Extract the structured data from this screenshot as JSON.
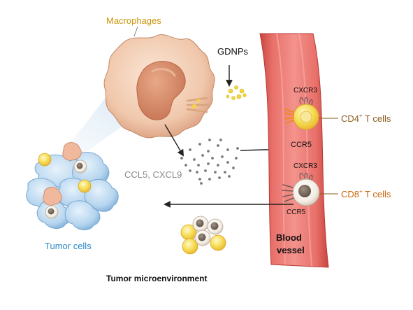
{
  "labels": {
    "macrophages": "Macrophages",
    "gdnps": "GDNPs",
    "cxcr3_top": "CXCR3",
    "cd4": "CD4",
    "cd4_sup": "+",
    "t_cells_top": " T cells",
    "ccr5_top": "CCR5",
    "cxcr3_bottom": "CXCR3",
    "cd8": "CD8",
    "cd8_sup": "+",
    "t_cells_bottom": " T cells",
    "ccr5_bottom": "CCR5",
    "chemokines": "CCL5, CXCL9",
    "blood": "Blood",
    "vessel": "vessel",
    "tumor_cells": "Tumor cells",
    "tumor_microenvironment": "Tumor microenvironment"
  },
  "colors": {
    "macrophage_label": "#c9950a",
    "t_cell_label": "#b0650c",
    "tumor_label": "#2b88c8",
    "chemokine_label": "#8a8a8a",
    "vessel": "#e0605a",
    "macrophage_body": "#f2cdb3",
    "nanoparticle": "#f1d640",
    "tumor_cell": "#b9d7ee"
  }
}
